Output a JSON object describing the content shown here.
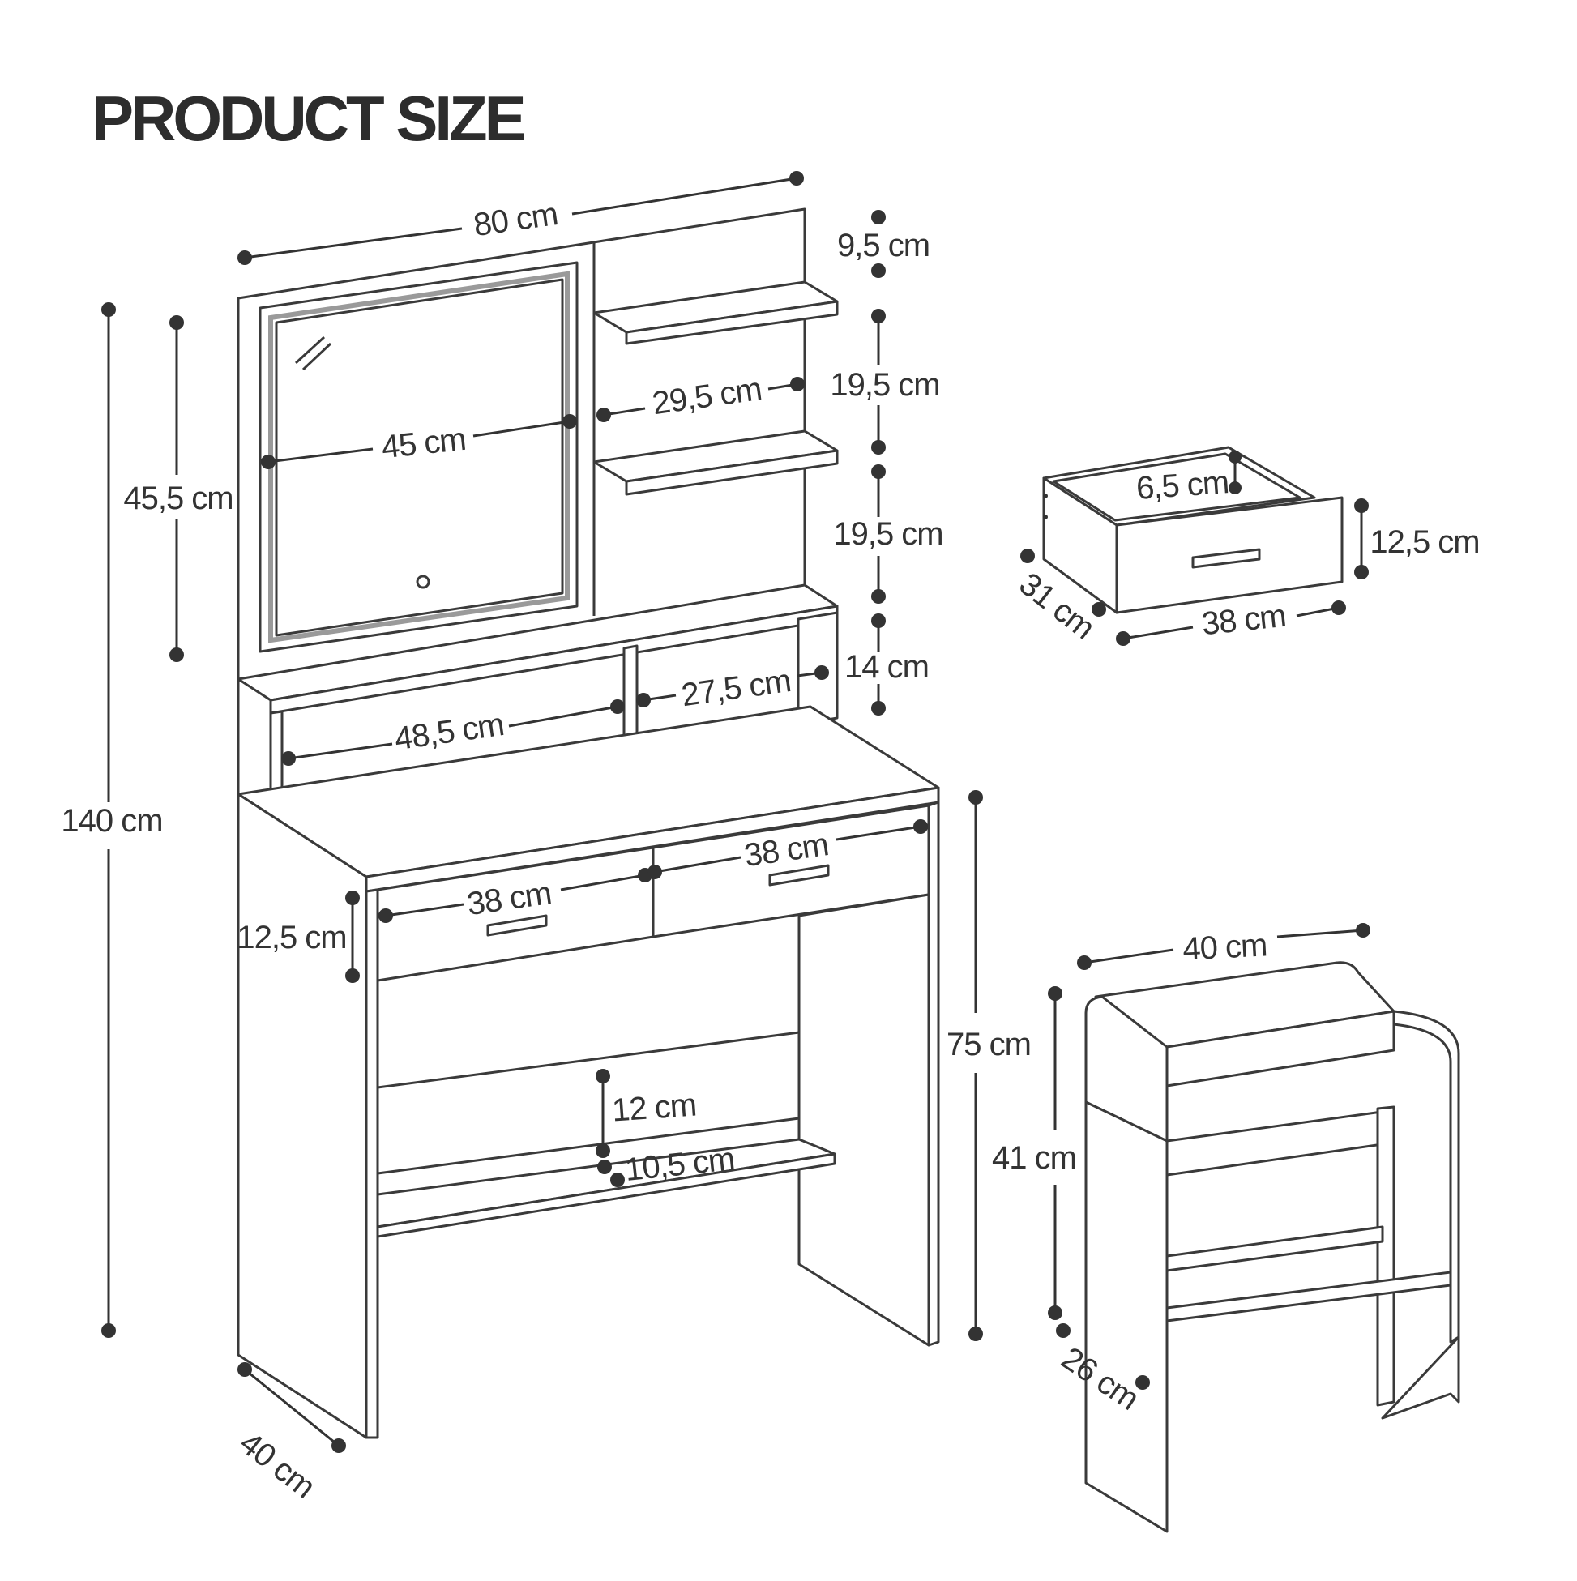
{
  "title": "PRODUCT SIZE",
  "labels": {
    "total_width": "80 cm",
    "total_height": "140 cm",
    "table_depth": "40 cm",
    "mirror_height": "45,5 cm",
    "mirror_width": "45 cm",
    "shelf_width": "29,5 cm",
    "top_gap": "9,5 cm",
    "shelf_gap_1": "19,5 cm",
    "shelf_gap_2": "19,5 cm",
    "hutch_height": "14 cm",
    "hutch_right_width": "27,5 cm",
    "hutch_left_width": "48,5 cm",
    "drawer_left_width": "38 cm",
    "drawer_right_width": "38 cm",
    "drawer_height": "12,5 cm",
    "table_height": "75 cm",
    "lower_gap": "12 cm",
    "lower_shelf_gap": "10,5 cm",
    "drawer_detail_inner_height": "6,5 cm",
    "drawer_detail_height": "12,5 cm",
    "drawer_detail_depth": "31 cm",
    "drawer_detail_width": "38 cm",
    "stool_width": "40 cm",
    "stool_height": "41 cm",
    "stool_depth": "26 cm"
  }
}
